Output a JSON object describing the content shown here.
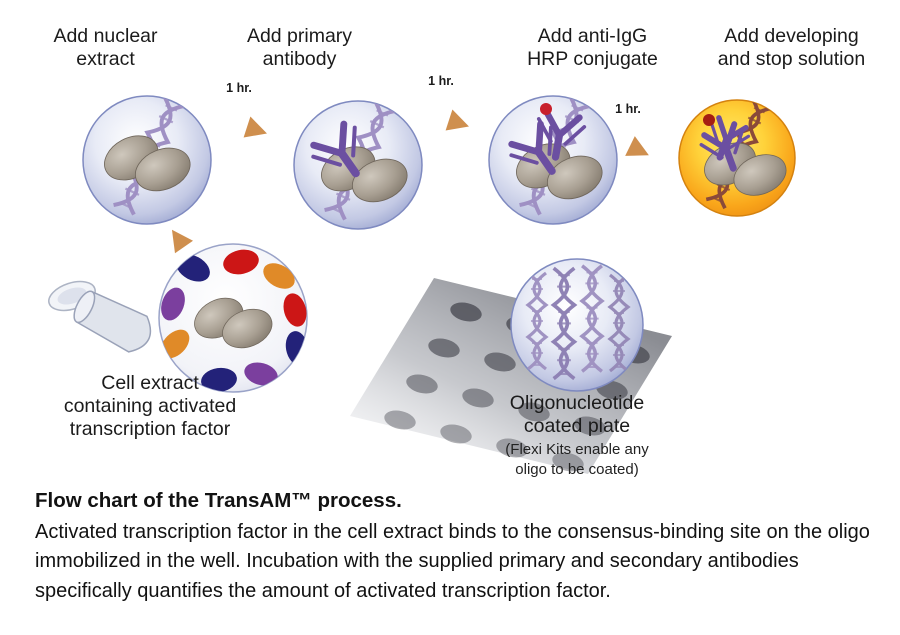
{
  "steps": [
    {
      "label": "Add nuclear\nextract"
    },
    {
      "label": "Add primary\nantibody"
    },
    {
      "label": "Add anti-IgG\nHRP conjugate"
    },
    {
      "label": "Add developing\nand stop solution"
    }
  ],
  "incubation_times": [
    "1 hr.",
    "1 hr.",
    "1 hr."
  ],
  "cell_extract": {
    "label": "Cell extract\ncontaining activated\ntranscription factor"
  },
  "plate": {
    "label": "Oligonucleotide\ncoated plate",
    "note": "(Flexi Kits enable any\noligo to be coated)"
  },
  "caption": {
    "title": "Flow chart of the TransAM™ process.",
    "body": "Activated transcription factor in the cell extract binds to the consensus-binding site on the oligo immobilized in the well. Incubation with the supplied primary and secondary antibodies specifically quantifies the amount of activated transcription factor."
  },
  "colors": {
    "arrow": "#cf8f4e",
    "antibody": "#6b4fa1",
    "hrp_dot": "#c8202c",
    "dna": "#9f90c4",
    "sphere_edge": "#7f8ac0",
    "developing_solution": "#f9a51a"
  }
}
